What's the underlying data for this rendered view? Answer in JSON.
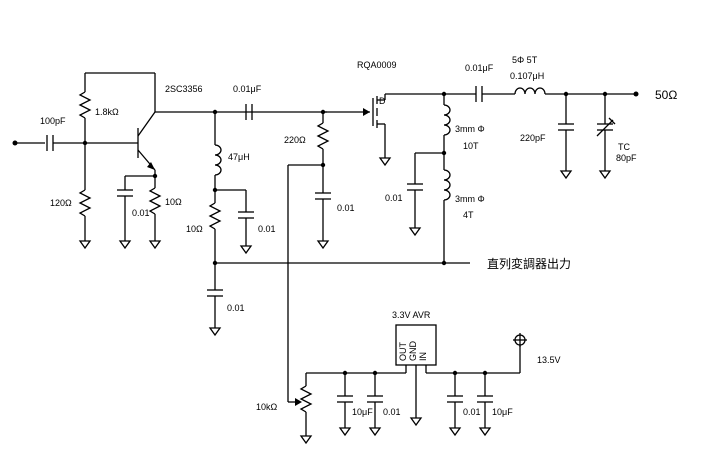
{
  "transistor_1": {
    "part": "2SC3356"
  },
  "transistor_2": {
    "part": "RQA0009"
  },
  "regulator": {
    "title": "3.3V AVR",
    "pins": [
      "OUT",
      "GND",
      "IN"
    ]
  },
  "components": {
    "c_input": "100pF",
    "r_bias_top": "1.8kΩ",
    "r_bias_bottom": "120Ω",
    "c_emitter": "0.01",
    "r_emitter": "10Ω",
    "c_coupling": "0.01μF",
    "l_choke": "47μH",
    "r_collector": "10Ω",
    "c_decouple_a": "0.01",
    "c_decouple_b": "0.01",
    "r_gate": "220Ω",
    "c_gate": "0.01",
    "c_out_coupling": "0.01μF",
    "l_out_turns": "5Φ  5T",
    "l_out_value": "0.107μH",
    "c_out_shunt": "220pF",
    "trimmer_name": "TC",
    "trimmer_value": "80pF",
    "l_drain_size": "3mm Φ",
    "l_drain_turns": "10T",
    "c_drain": "0.01",
    "l_tap_size": "3mm Φ",
    "l_tap_turns": "4T",
    "pot": "10kΩ",
    "c_reg_out_a": "10μF",
    "c_reg_out_b": "0.01",
    "c_reg_in_a": "0.01",
    "c_reg_in_b": "10μF"
  },
  "labels": {
    "output_impedance": "50Ω",
    "modulator_output": "直列変調器出力",
    "supply_voltage": "13.5V"
  }
}
